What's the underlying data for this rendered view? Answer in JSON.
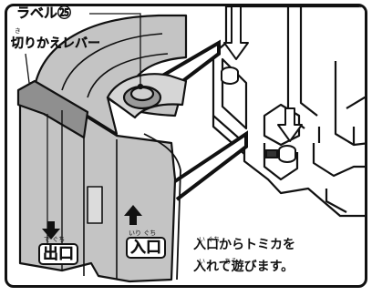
{
  "labels": {
    "label_sticker": "ラベル㉕",
    "lever": "切りかえレバー",
    "exit": "出口",
    "entrance": "入口"
  },
  "ruby": {
    "lever": "き",
    "exit": "で ぐち",
    "entrance": "いり ぐち",
    "line1": "い ぐち",
    "line2": "い　　　あそ"
  },
  "instruction": {
    "line1": "入口からトミカを",
    "line2": "入れて遊びます。"
  },
  "colors": {
    "part_fill": "#c4c4c4",
    "part_dark": "#8f8f8f",
    "outline": "#111111",
    "background": "#ffffff"
  },
  "icons": {
    "exit_arrow": "arrow-down-icon",
    "entrance_arrow": "arrow-up-icon"
  }
}
